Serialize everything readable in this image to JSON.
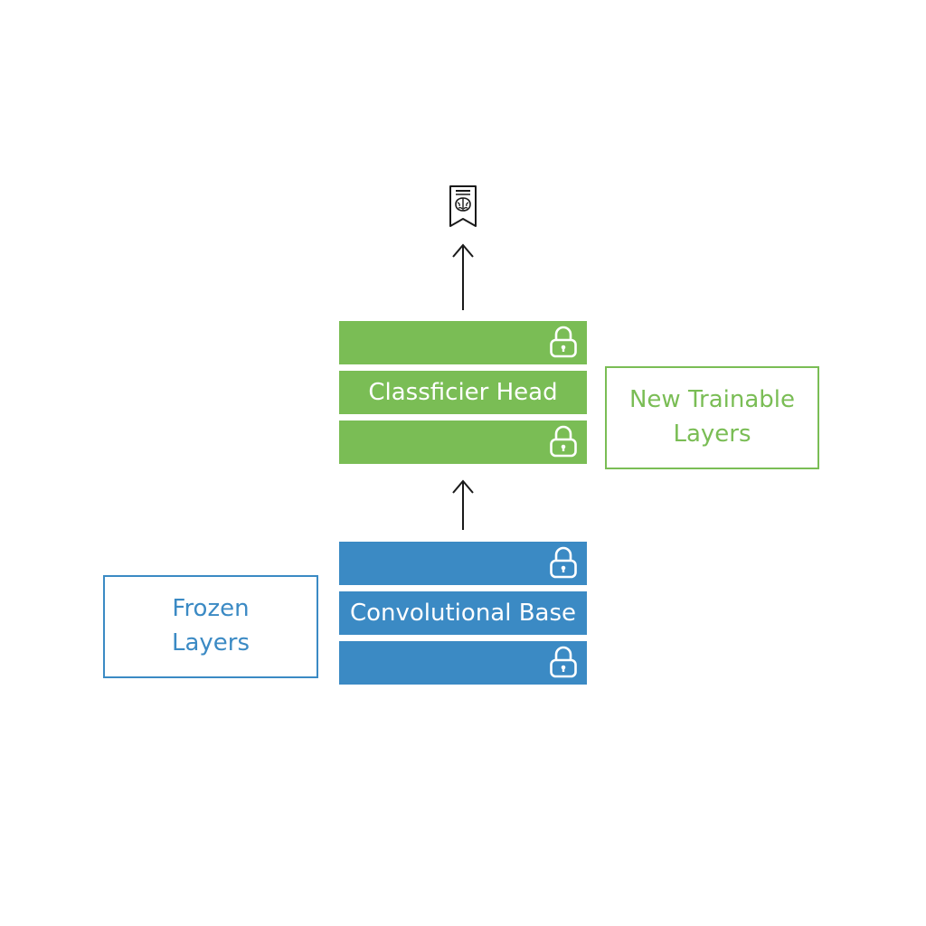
{
  "diagram": {
    "classifier_head": {
      "label": "Classficier Head",
      "color": "#7abd55"
    },
    "convolutional_base": {
      "label": "Convolutional Base",
      "color": "#3b8ac4"
    },
    "callouts": {
      "trainable": {
        "line1": "New Trainable",
        "line2": "Layers"
      },
      "frozen": {
        "line1": "Frozen",
        "line2": "Layers"
      }
    },
    "icons": {
      "lock": "lock-icon",
      "output": "brain-document-icon",
      "arrow": "arrow-up-icon"
    }
  }
}
